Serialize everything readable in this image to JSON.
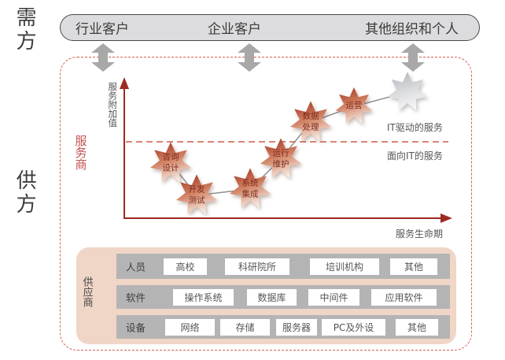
{
  "demand": {
    "side_label": "需方",
    "customers": [
      "行业客户",
      "企业客户",
      "其他组织和个人"
    ]
  },
  "supply": {
    "side_label": "供方",
    "provider_label": "服务商"
  },
  "chart": {
    "y_axis_label": "服务附加值",
    "x_axis_label": "服务生命期",
    "upper_zone_label": "IT驱动的服务",
    "lower_zone_label": "面向IT的服务",
    "stars": [
      {
        "label": "咨询\n设计"
      },
      {
        "label": "开发\n测试"
      },
      {
        "label": "系统\n集成"
      },
      {
        "label": "运行\n维护"
      },
      {
        "label": "数据\n处理"
      },
      {
        "label": "运营"
      },
      {
        "label": ""
      }
    ]
  },
  "supplier": {
    "label": "供应商",
    "rows": [
      {
        "label": "人员",
        "items": [
          "高校",
          "科研院所",
          "培训机构",
          "其他"
        ]
      },
      {
        "label": "软件",
        "items": [
          "操作系统",
          "数据库",
          "中间件",
          "应用软件"
        ]
      },
      {
        "label": "设备",
        "items": [
          "网络",
          "存储",
          "服务器",
          "PC及外设",
          "其他"
        ]
      }
    ]
  },
  "colors": {
    "axis_red": "#9e2a22",
    "dashed_frame": "#d4604f",
    "divider_dash": "#cf5a49",
    "provider_red": "#c0504d",
    "pill_gray": "#dcdcde",
    "arrow_gray": "#a8a8a8",
    "supplier_pink": "#f0d6c7",
    "row_gray": "#b4b4b4",
    "star_dark": "#a73b2a",
    "star_mid": "#d07e5f",
    "star_light": "#faf1ea"
  }
}
